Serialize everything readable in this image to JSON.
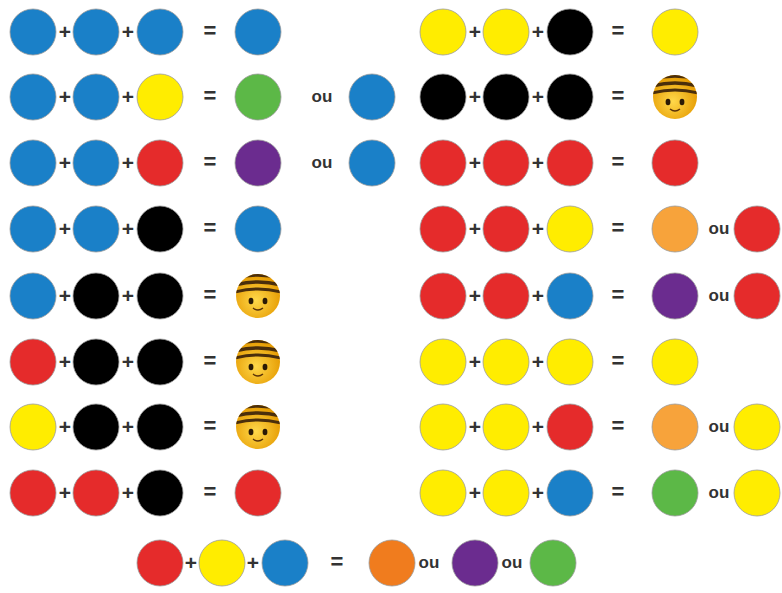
{
  "diagram": {
    "labels": [
      "+",
      "+",
      "=",
      "+",
      "+",
      "=",
      "+",
      "+",
      "=",
      "ou",
      "+",
      "+",
      "=",
      "+",
      "+",
      "=",
      "ou",
      "+",
      "+",
      "=",
      "+",
      "+",
      "=",
      "+",
      "+",
      "=",
      "ou",
      "+",
      "+",
      "=",
      "+",
      "+",
      "=",
      "ou",
      "+",
      "+",
      "=",
      "+",
      "+",
      "=",
      "+",
      "+",
      "=",
      "+",
      "+",
      "=",
      "ou",
      "+",
      "+",
      "=",
      "+",
      "+",
      "=",
      "ou",
      "+",
      "+",
      "=",
      "ou",
      "ou"
    ]
  }
}
